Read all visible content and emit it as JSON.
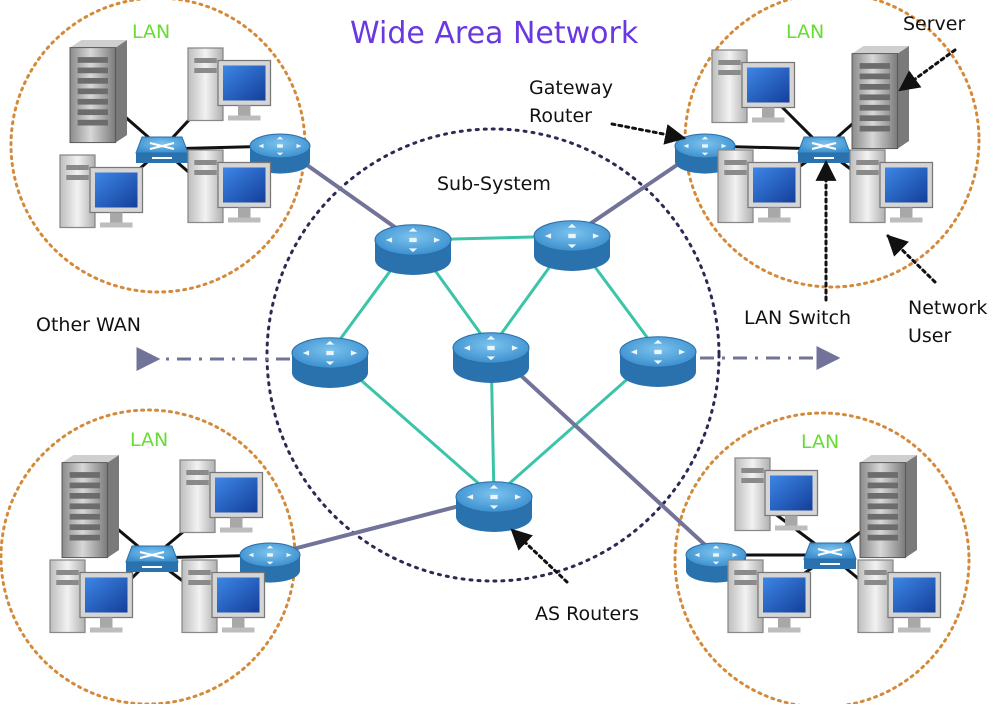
{
  "title": "Wide Area Network",
  "labels": {
    "lan": "LAN",
    "server": "Server",
    "gateway_router": [
      "Gateway",
      "Router"
    ],
    "sub_system": "Sub-System",
    "other_wan": "Other WAN",
    "lan_switch": "LAN Switch",
    "network_user": [
      "Network",
      "User"
    ],
    "as_routers": "AS Routers"
  },
  "colors": {
    "title": "#6a38e0",
    "lan_label": "#66dd33",
    "lan_circle": "#d48a3a",
    "sub_system_circle": "#2c2a55",
    "backbone_link": "#3cc4a8",
    "wan_link": "#727399",
    "lan_link": "#111111",
    "router_top": "#4fa3dc",
    "router_side": "#2a72ae",
    "monitor_screen": "#1f5fc4",
    "tower": "#d9d9d9"
  },
  "icons": [
    "router-icon",
    "lan-switch-icon",
    "server-icon",
    "workstation-icon",
    "arrow-icon"
  ]
}
